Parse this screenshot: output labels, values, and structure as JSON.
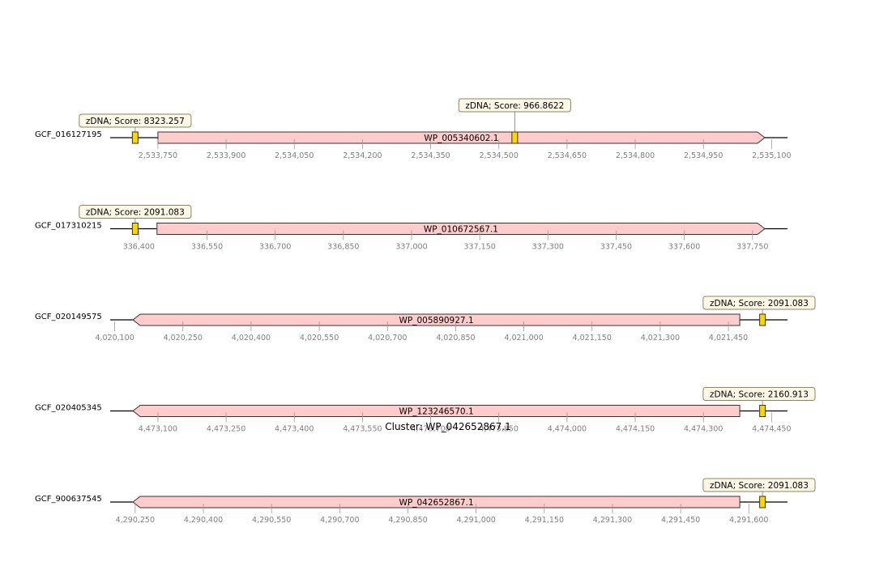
{
  "title": "Cluster: WP_042652867.1",
  "colors": {
    "gene_fill": "#ffcccc",
    "gene_stroke": "#333333",
    "feature_fill": "#ffd700",
    "feature_stroke": "#333333",
    "callout_fill": "#fdf8e6",
    "callout_stroke": "#8c8464",
    "backbone": "#000000",
    "tick_text": "#808080",
    "tick_line": "#999999"
  },
  "tracks": [
    {
      "genome": "GCF_016127195",
      "region": [
        2533645,
        2535135
      ],
      "gene": {
        "name": "WP_005340602.1",
        "start": 2533750,
        "end": 2535085,
        "strand": "+"
      },
      "features": [
        {
          "label": "zDNA; Score: 8323.257",
          "position": 2533700
        },
        {
          "label": "zDNA; Score: 966.8622",
          "position": 2534535
        }
      ],
      "ticks": [
        "2,533,750",
        "2,533,900",
        "2,534,050",
        "2,534,200",
        "2,534,350",
        "2,534,500",
        "2,534,650",
        "2,534,800",
        "2,534,950",
        "2,535,100"
      ],
      "tick_values": [
        2533750,
        2533900,
        2534050,
        2534200,
        2534350,
        2534500,
        2534650,
        2534800,
        2534950,
        2535100
      ]
    },
    {
      "genome": "GCF_017310215",
      "region": [
        336337,
        337827
      ],
      "gene": {
        "name": "WP_010672567.1",
        "start": 336440,
        "end": 337777,
        "strand": "+"
      },
      "features": [
        {
          "label": "zDNA; Score: 2091.083",
          "position": 336392
        }
      ],
      "ticks": [
        "336,400",
        "336,550",
        "336,700",
        "336,850",
        "337,000",
        "337,150",
        "337,300",
        "337,450",
        "337,600",
        "337,750"
      ],
      "tick_values": [
        336400,
        336550,
        336700,
        336850,
        337000,
        337150,
        337300,
        337450,
        337600,
        337750
      ]
    },
    {
      "genome": "GCF_020149575",
      "region": [
        4019935,
        4021425
      ],
      "gene": {
        "name": "WP_005890927.1",
        "start": 4019985,
        "end": 4021320,
        "strand": "-"
      },
      "features": [
        {
          "label": "zDNA; Score: 2091.083",
          "position": 4021370
        }
      ],
      "ticks": [
        "4,020,100",
        "4,020,250",
        "4,020,400",
        "4,020,550",
        "4,020,700",
        "4,020,850",
        "4,021,000",
        "4,021,150",
        "4,021,300",
        "4,021,450"
      ],
      "tick_values": [
        4019945,
        4020095,
        4020245,
        4020395,
        4020545,
        4020695,
        4020845,
        4020995,
        4021145,
        4021295
      ]
    },
    {
      "genome": "GCF_020405345",
      "region": [
        4472995,
        4474485
      ],
      "gene": {
        "name": "WP_123246570.1",
        "start": 4473045,
        "end": 4474380,
        "strand": "-"
      },
      "features": [
        {
          "label": "zDNA; Score: 2160.913",
          "position": 4474430
        }
      ],
      "ticks": [
        "4,473,100",
        "4,473,250",
        "4,473,400",
        "4,473,550",
        "4,473,700",
        "4,473,850",
        "4,474,000",
        "4,474,150",
        "4,474,300",
        "4,474,450"
      ],
      "tick_values": [
        4473100,
        4473250,
        4473400,
        4473550,
        4473700,
        4473850,
        4474000,
        4474150,
        4474300,
        4474450
      ]
    },
    {
      "genome": "GCF_900637545",
      "region": [
        4290195,
        4291685
      ],
      "gene": {
        "name": "WP_042652867.1",
        "start": 4290245,
        "end": 4291580,
        "strand": "-"
      },
      "features": [
        {
          "label": "zDNA; Score: 2091.083",
          "position": 4291630
        }
      ],
      "ticks": [
        "4,290,250",
        "4,290,400",
        "4,290,550",
        "4,290,700",
        "4,290,850",
        "4,291,000",
        "4,291,150",
        "4,291,300",
        "4,291,450",
        "4,291,600"
      ],
      "tick_values": [
        4290250,
        4290400,
        4290550,
        4290700,
        4290850,
        4291000,
        4291150,
        4291300,
        4291450,
        4291600
      ]
    }
  ]
}
